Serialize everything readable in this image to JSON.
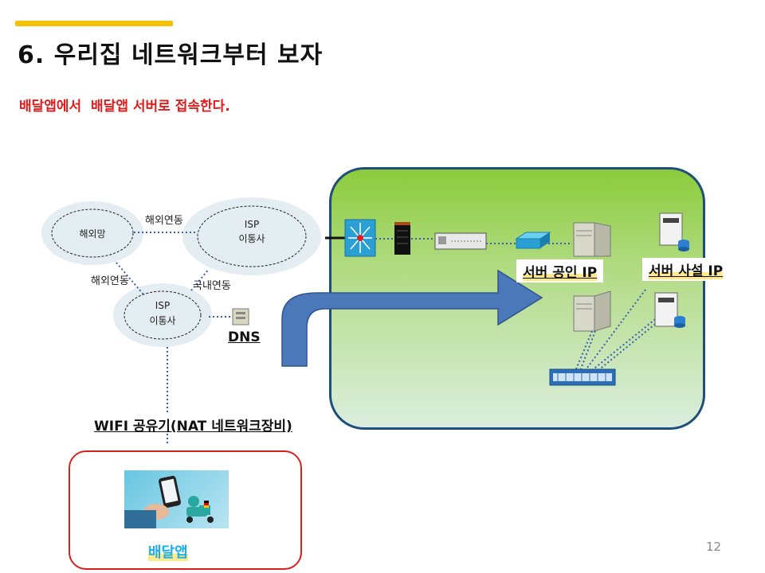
{
  "slide": {
    "title": "6. 우리집 네트워크부터 보자",
    "subtitle": "배달앱에서  배달앱 서버로 접속한다.",
    "page_number": "12"
  },
  "network": {
    "overseas": "해외망",
    "isp_top_line1": "ISP",
    "isp_top_line2": "이통사",
    "isp_bottom_line1": "ISP",
    "isp_bottom_line2": "이통사",
    "link_overseas_top": "해외연동",
    "link_overseas_left": "해외연동",
    "link_domestic": "국내연동",
    "dns": "DNS",
    "wifi_router": "WIFI 공유기(NAT 네트워크장비)"
  },
  "server_zone": {
    "public_ip_label": "서버 공인 IP",
    "private_ip_label": "서버 사설 IP"
  },
  "app": {
    "label": "배달앱"
  },
  "colors": {
    "accent": "#f5c000",
    "subtitle_red": "#e01b1b",
    "zone_border": "#1f4e79",
    "zone_green": "#8ccc3c",
    "arrow_blue": "#4a78b8",
    "app_border": "#d9201c",
    "app_label": "#17b0e8"
  }
}
